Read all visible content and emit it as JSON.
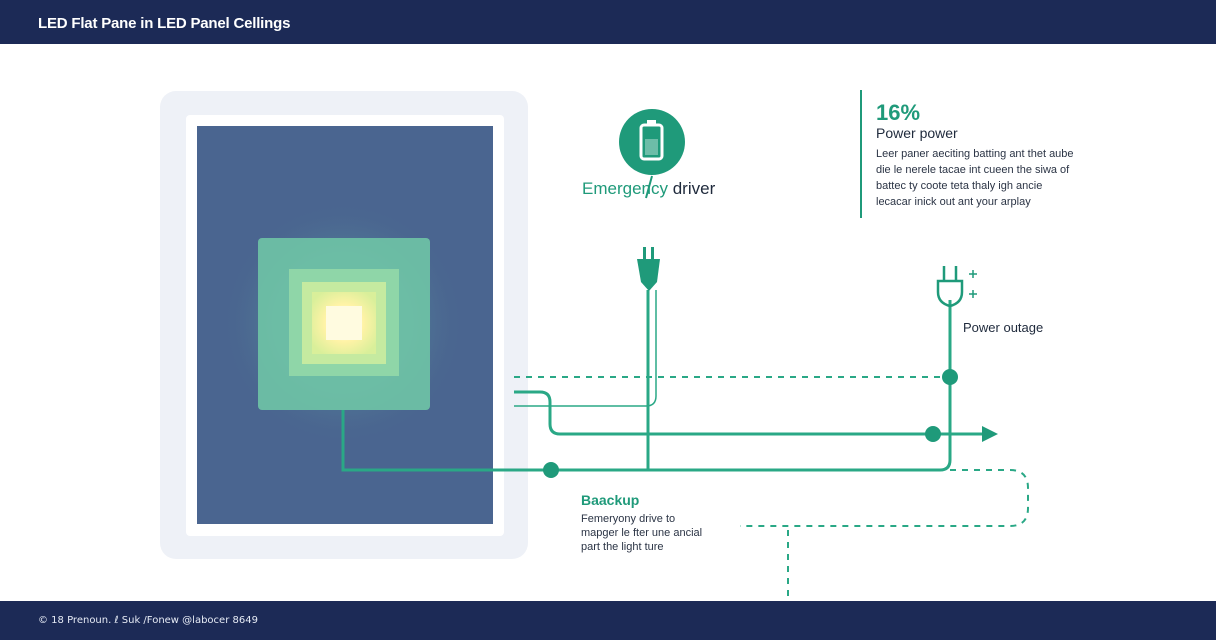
{
  "header": {
    "title": "LED Flat Pane in LED Panel Cellings"
  },
  "emergency": {
    "label_part1": "Emergency",
    "label_part2": "driver"
  },
  "stat": {
    "percent": "16%",
    "heading": "Power power",
    "body_lines": [
      "Leer paner aeciting batting ant thet aube",
      "die le nerele tacae int cueen the siwa of",
      "battec ty coote teta thaly igh ancie",
      "lecacar inick out ant your arplay"
    ]
  },
  "outage": {
    "label": "Power outage"
  },
  "backup": {
    "heading": "Baackup",
    "body_lines": [
      "Femeryony drive to",
      "mapger le fter une ancial",
      "part the light ture"
    ]
  },
  "footer": {
    "text": "© 18 Prenoun. ℓ Suk /Fonew @labocer 8649"
  },
  "colors": {
    "accent": "#1f9a7a",
    "navy": "#1c2a56",
    "panel_blue": "#4a6590",
    "panel_frame": "#eef1f7",
    "glow": "#6fc8a8",
    "core": "#fff4b0"
  },
  "icons": [
    "battery-icon",
    "plug-icon",
    "outage-plug-icon",
    "arrow-right-icon",
    "spark-icon"
  ]
}
